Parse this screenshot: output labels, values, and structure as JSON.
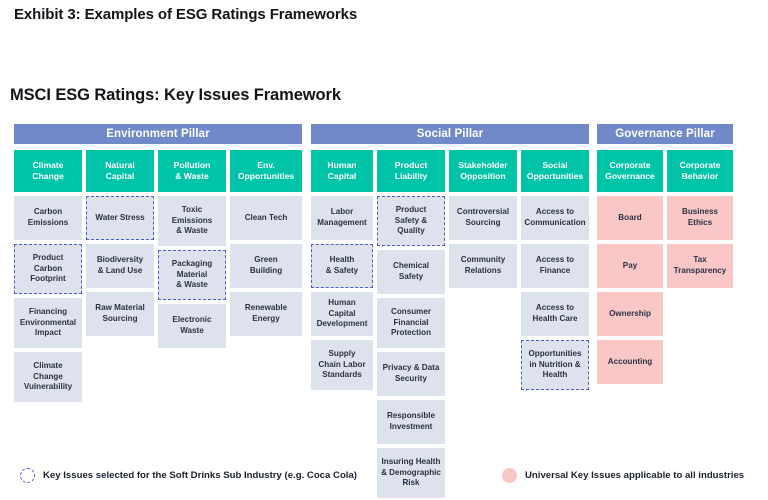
{
  "exhibit_title": "Exhibit 3: Examples of ESG Ratings Frameworks",
  "chart_title": "MSCI ESG Ratings: Key Issues Framework",
  "colors": {
    "pillar_header": "#7189c8",
    "category_header": "#00c4a7",
    "cell": "#dde2ec",
    "universal_cell": "#fac7c7",
    "selected_border": "#4a5fd0"
  },
  "pillars": [
    {
      "name": "Environment Pillar",
      "columns": [
        {
          "header": "Climate\nChange",
          "items": [
            {
              "label": "Carbon\nEmissions",
              "selected": false,
              "universal": false
            },
            {
              "label": "Product\nCarbon\nFootprint",
              "selected": true,
              "universal": false
            },
            {
              "label": "Financing\nEnvironmental\nImpact",
              "selected": false,
              "universal": false
            },
            {
              "label": "Climate\nChange\nVulnerability",
              "selected": false,
              "universal": false
            }
          ]
        },
        {
          "header": "Natural\nCapital",
          "items": [
            {
              "label": "Water Stress",
              "selected": true,
              "universal": false
            },
            {
              "label": "Biodiversity\n& Land Use",
              "selected": false,
              "universal": false
            },
            {
              "label": "Raw Material\nSourcing",
              "selected": false,
              "universal": false
            }
          ]
        },
        {
          "header": "Pollution\n& Waste",
          "items": [
            {
              "label": "Toxic\nEmissions\n& Waste",
              "selected": false,
              "universal": false
            },
            {
              "label": "Packaging\nMaterial\n& Waste",
              "selected": true,
              "universal": false
            },
            {
              "label": "Electronic\nWaste",
              "selected": false,
              "universal": false
            }
          ]
        },
        {
          "header": "Env.\nOpportunities",
          "items": [
            {
              "label": "Clean Tech",
              "selected": false,
              "universal": false
            },
            {
              "label": "Green\nBuilding",
              "selected": false,
              "universal": false
            },
            {
              "label": "Renewable\nEnergy",
              "selected": false,
              "universal": false
            }
          ]
        }
      ]
    },
    {
      "name": "Social Pillar",
      "columns": [
        {
          "header": "Human\nCapital",
          "items": [
            {
              "label": "Labor\nManagement",
              "selected": false,
              "universal": false
            },
            {
              "label": "Health\n& Safety",
              "selected": true,
              "universal": false
            },
            {
              "label": "Human Capital\nDevelopment",
              "selected": false,
              "universal": false
            },
            {
              "label": "Supply\nChain Labor\nStandards",
              "selected": false,
              "universal": false
            }
          ]
        },
        {
          "header": "Product\nLiability",
          "items": [
            {
              "label": "Product\nSafety &\nQuality",
              "selected": true,
              "universal": false
            },
            {
              "label": "Chemical\nSafety",
              "selected": false,
              "universal": false
            },
            {
              "label": "Consumer\nFinancial\nProtection",
              "selected": false,
              "universal": false
            },
            {
              "label": "Privacy & Data\nSecurity",
              "selected": false,
              "universal": false
            },
            {
              "label": "Responsible\nInvestment",
              "selected": false,
              "universal": false
            },
            {
              "label": "Insuring Health\n& Demographic\nRisk",
              "selected": false,
              "universal": false
            }
          ]
        },
        {
          "header": "Stakeholder\nOpposition",
          "items": [
            {
              "label": "Controversial\nSourcing",
              "selected": false,
              "universal": false
            },
            {
              "label": "Community\nRelations",
              "selected": false,
              "universal": false
            }
          ]
        },
        {
          "header": "Social\nOpportunities",
          "items": [
            {
              "label": "Access to\nCommunication",
              "selected": false,
              "universal": false
            },
            {
              "label": "Access to\nFinance",
              "selected": false,
              "universal": false
            },
            {
              "label": "Access to\nHealth Care",
              "selected": false,
              "universal": false
            },
            {
              "label": "Opportunities\nin Nutrition &\nHealth",
              "selected": true,
              "universal": false
            }
          ]
        }
      ]
    },
    {
      "name": "Governance Pillar",
      "columns": [
        {
          "header": "Corporate\nGovernance",
          "items": [
            {
              "label": "Board",
              "selected": false,
              "universal": true
            },
            {
              "label": "Pay",
              "selected": false,
              "universal": true
            },
            {
              "label": "Ownership",
              "selected": false,
              "universal": true
            },
            {
              "label": "Accounting",
              "selected": false,
              "universal": true
            }
          ]
        },
        {
          "header": "Corporate\nBehavior",
          "items": [
            {
              "label": "Business\nEthics",
              "selected": false,
              "universal": true
            },
            {
              "label": "Tax\nTransparency",
              "selected": false,
              "universal": true
            }
          ]
        }
      ]
    }
  ],
  "legend": [
    {
      "marker": "dashed-circle",
      "text": "Key Issues selected for the Soft Drinks Sub Industry (e.g. Coca Cola)"
    },
    {
      "marker": "pink-circle",
      "text": "Universal Key Issues applicable to all industries"
    }
  ]
}
